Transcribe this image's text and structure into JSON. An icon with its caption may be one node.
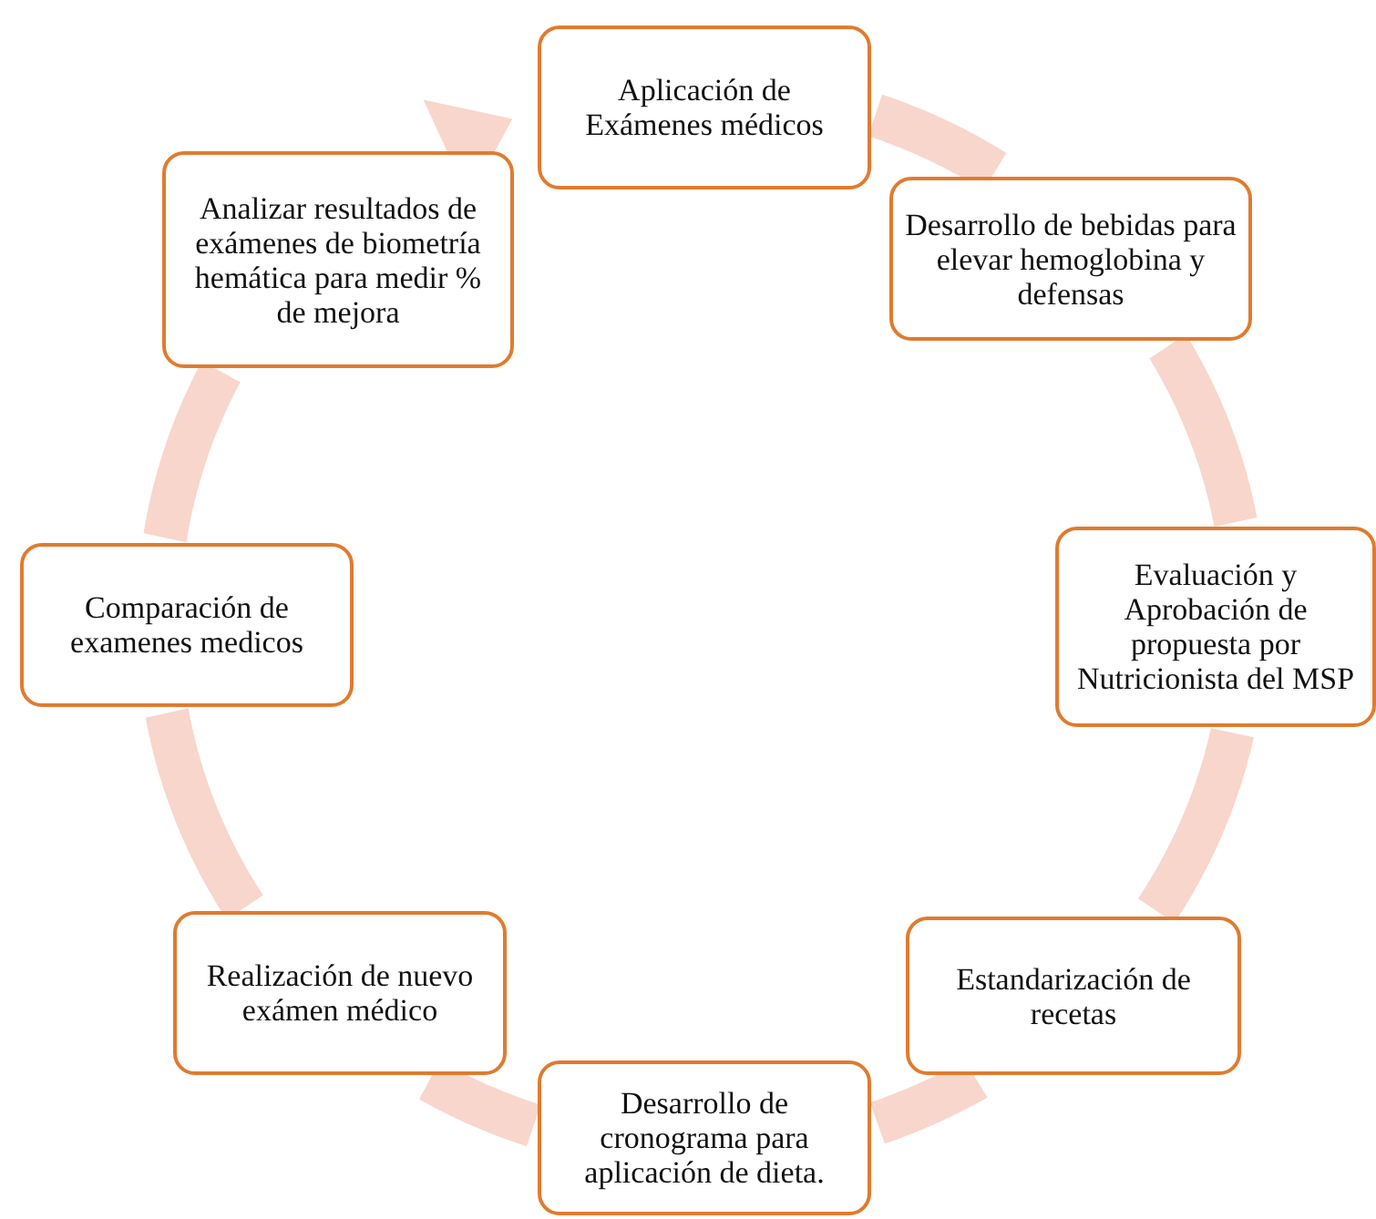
{
  "diagram": {
    "nodes": [
      {
        "text": [
          "Aplicación de Exámenes médicos"
        ]
      },
      {
        "text": [
          "Desarrollo de bebidas para elevar hemoglobina y defensas"
        ]
      },
      {
        "text": [
          "Evaluación y Aprobación de propuesta por Nutricionista del MSP"
        ]
      },
      {
        "text": [
          "Estandarización de recetas"
        ]
      },
      {
        "text": [
          "Desarrollo de cronograma para aplicación de dieta."
        ]
      },
      {
        "text": [
          "Realización de nuevo exámen médico"
        ]
      },
      {
        "text": [
          "Comparación de examenes medicos"
        ]
      },
      {
        "text": [
          "Analizar resultados de exámenes de biometría hemática para medir % de mejora"
        ]
      }
    ],
    "edges": [
      {
        "from": 0,
        "to": 1,
        "arrow": "none"
      },
      {
        "from": 1,
        "to": 2,
        "arrow": "none"
      },
      {
        "from": 2,
        "to": 3,
        "arrow": "none"
      },
      {
        "from": 3,
        "to": 4,
        "arrow": "none"
      },
      {
        "from": 4,
        "to": 5,
        "arrow": "none"
      },
      {
        "from": 5,
        "to": 6,
        "arrow": "none"
      },
      {
        "from": 6,
        "to": 7,
        "arrow": "none"
      },
      {
        "from": 7,
        "to": 0,
        "arrow": "to"
      }
    ]
  }
}
